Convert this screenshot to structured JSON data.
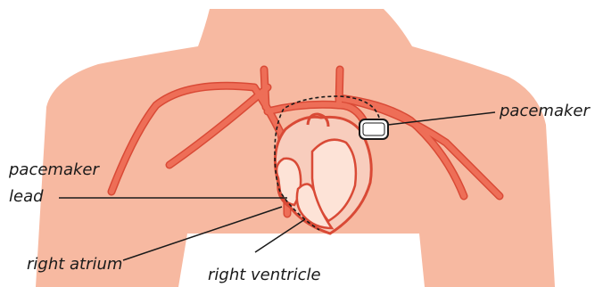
{
  "labels": {
    "pacemaker": "pacemaker",
    "pacemaker_lead_line1": "pacemaker",
    "pacemaker_lead_line2": "lead",
    "right_atrium": "right atrium",
    "right_ventricle": "right ventricle"
  },
  "colors": {
    "skin": "#f7b9a1",
    "vessel": "#ee6e57",
    "vessel_outline": "#d94a36",
    "heart_fill": "#f8cdbd",
    "heart_inner": "#fde3d7",
    "label_line": "#1a1a1a"
  }
}
